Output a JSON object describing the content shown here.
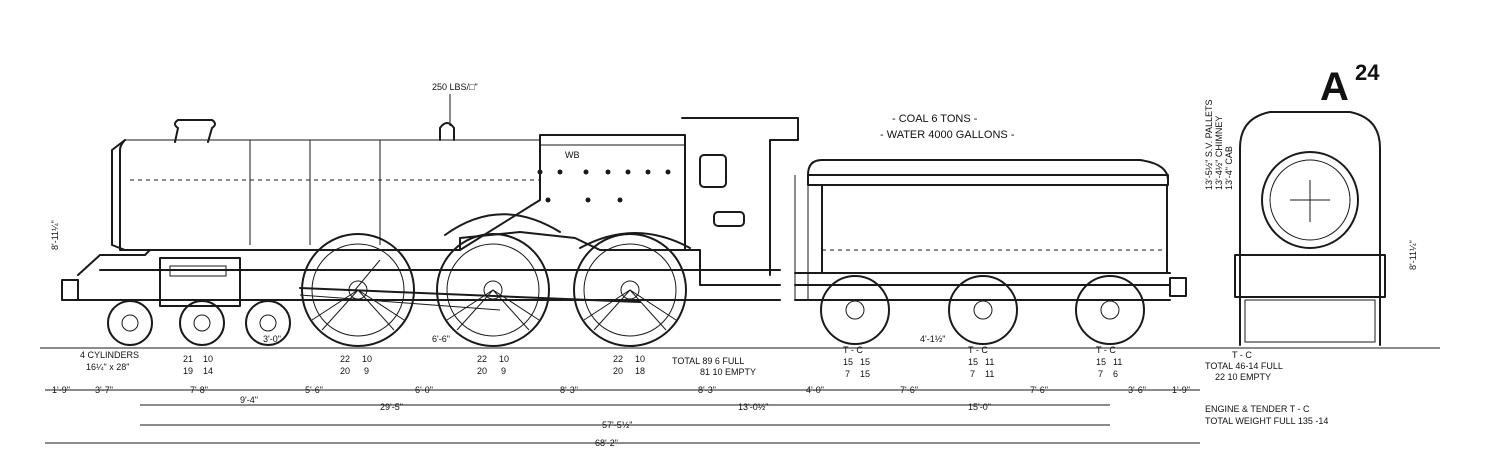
{
  "plate": {
    "letter": "A",
    "number": "24"
  },
  "pressure": "250 LBS/□\"",
  "cab_lettering": "WB",
  "capacity": {
    "coal": "- COAL 6 TONS -",
    "water": "- WATER 4000 GALLONS -"
  },
  "cylinders": {
    "count": "4 CYLINDERS",
    "size": "16¼\" x 28\""
  },
  "heights": {
    "engine": "8'-11¼\"",
    "end_view": "8'-11¼\""
  },
  "end_view_heights": [
    "13'-5½\" S.V. PALLETS",
    "13'-4½\" CHIMNEY",
    "13'-4\" CAB"
  ],
  "axle_weights": [
    {
      "t_full": "21",
      "c_full": "10",
      "t_empty": "19",
      "c_empty": "14"
    },
    {
      "t_full": "22",
      "c_full": "10",
      "t_empty": "20",
      "c_empty": "9"
    },
    {
      "t_full": "22",
      "c_full": "10",
      "t_empty": "20",
      "c_empty": "9"
    },
    {
      "t_full": "22",
      "c_full": "10",
      "t_empty": "20",
      "c_empty": "18"
    },
    {
      "t_full": "15",
      "c_full": "15",
      "t_empty": "7",
      "c_empty": "15"
    },
    {
      "t_full": "15",
      "c_full": "11",
      "t_empty": "7",
      "c_empty": "11"
    },
    {
      "t_full": "15",
      "c_full": "11",
      "t_empty": "7",
      "c_empty": "6"
    }
  ],
  "tc_header": "T - C",
  "engine_total": {
    "full": "TOTAL 89  6 FULL",
    "empty": "81 10 EMPTY"
  },
  "tender_total": {
    "header": "T - C",
    "full": "TOTAL 46-14 FULL",
    "empty": "22 10 EMPTY"
  },
  "combined": {
    "line1": "ENGINE & TENDER   T - C",
    "line2": "TOTAL WEIGHT FULL 135 -14"
  },
  "bogie_wheelbase": "3'-0\"",
  "wheel_diameter": "6'-6\"",
  "tender_wheel_diameter": "4'-1½\"",
  "dims_row1": [
    "1'-9\"",
    "3'-7\"",
    "7'-8\"",
    "5'-6\"",
    "6'-0\"",
    "8'-3\"",
    "8'-3\"",
    "4'-0\"",
    "7'-6\"",
    "7'-6\"",
    "3'-6\"",
    "1'-9\""
  ],
  "dims_row2": [
    "9'-4\"",
    "29'-5\"",
    "13'-0½\"",
    "15'-0\""
  ],
  "dims_row3": "57'-5½\"",
  "dims_row4": "68'-2\""
}
